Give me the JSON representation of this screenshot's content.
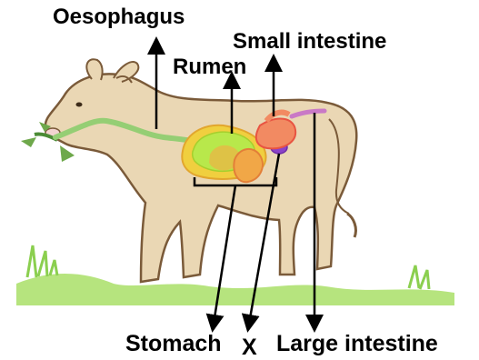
{
  "labels": {
    "oesophagus": "Oesophagus",
    "small_intestine": "Small intestine",
    "rumen": "Rumen",
    "stomach": "Stomach",
    "x": "X",
    "large_intestine": "Large intestine"
  },
  "colors": {
    "cow_body": "#ead7b4",
    "cow_outline": "#7a5a39",
    "oesophagus": "#95ce74",
    "rumen": "#b8e84b",
    "stomach_outline": "#f0c63a",
    "small_intestine": "#f28a62",
    "x_chamber": "#8b42c9",
    "large_intestine": "#c979c6",
    "grass": "#9ad85a",
    "arrow": "#000000"
  }
}
